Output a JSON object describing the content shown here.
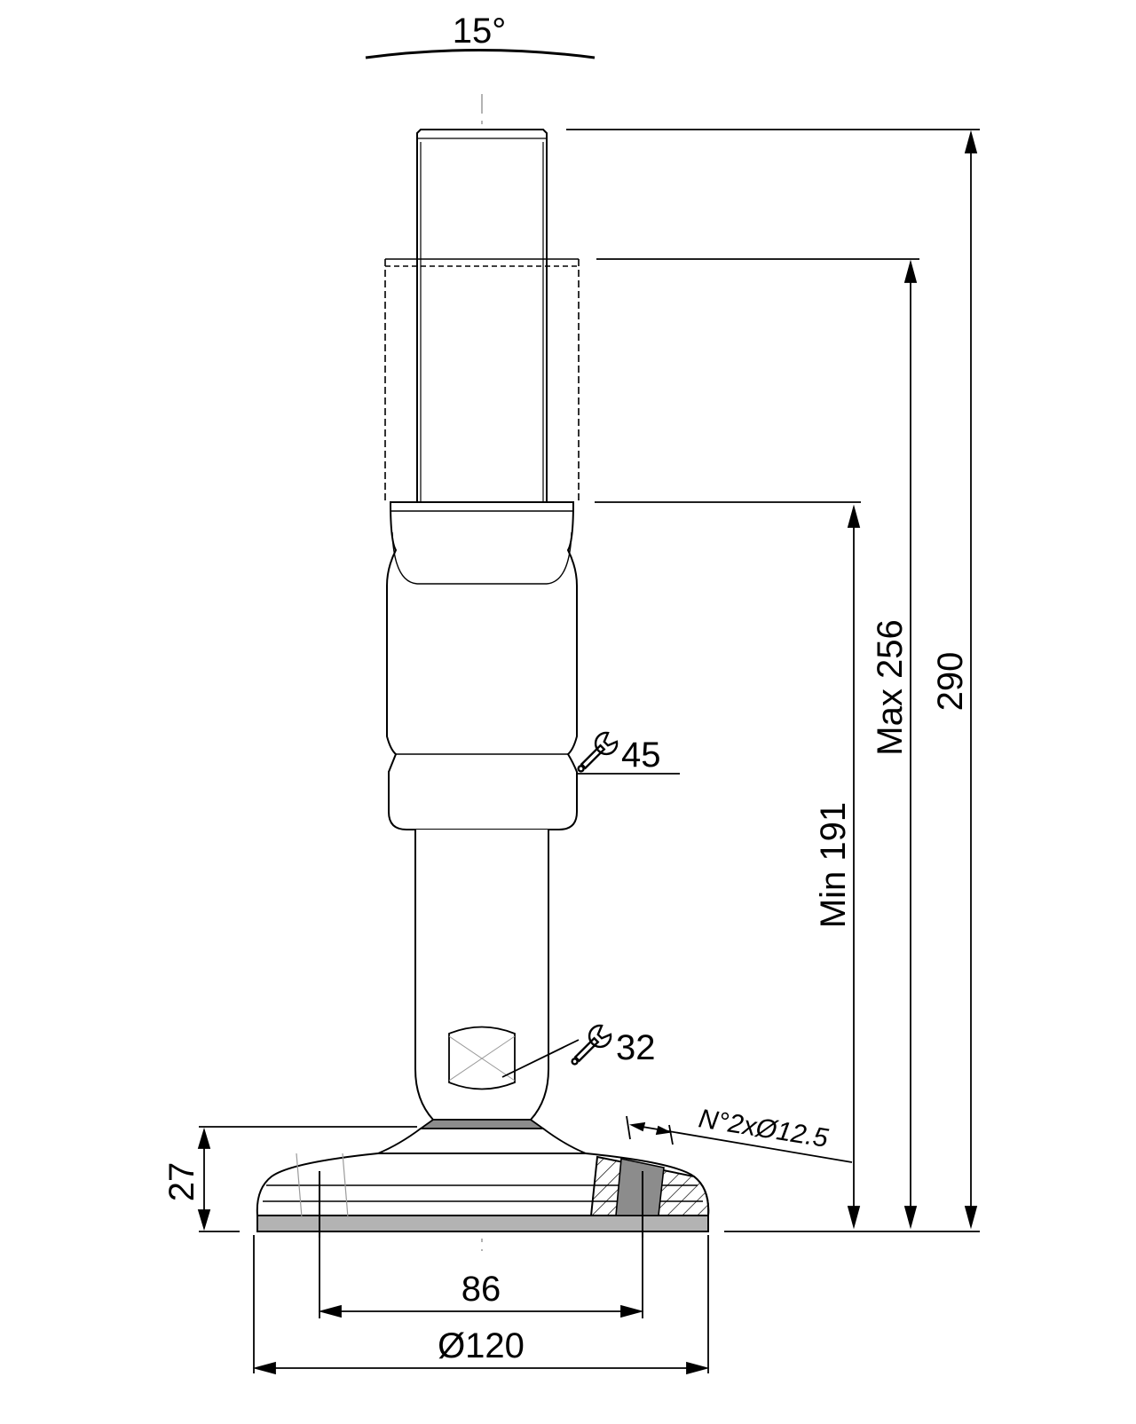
{
  "drawing": {
    "tilt_angle": "15°",
    "wrench_large": "45",
    "wrench_small": "32",
    "holes_note": "N°2xØ12.5",
    "height_min": "Min 191",
    "height_max": "Max 256",
    "height_total": "290",
    "base_height": "27",
    "hole_spacing": "86",
    "base_diameter": "Ø120"
  },
  "colors": {
    "line": "#000000",
    "rubber": "#b3b3b3",
    "centerline": "#9a9a9a"
  }
}
